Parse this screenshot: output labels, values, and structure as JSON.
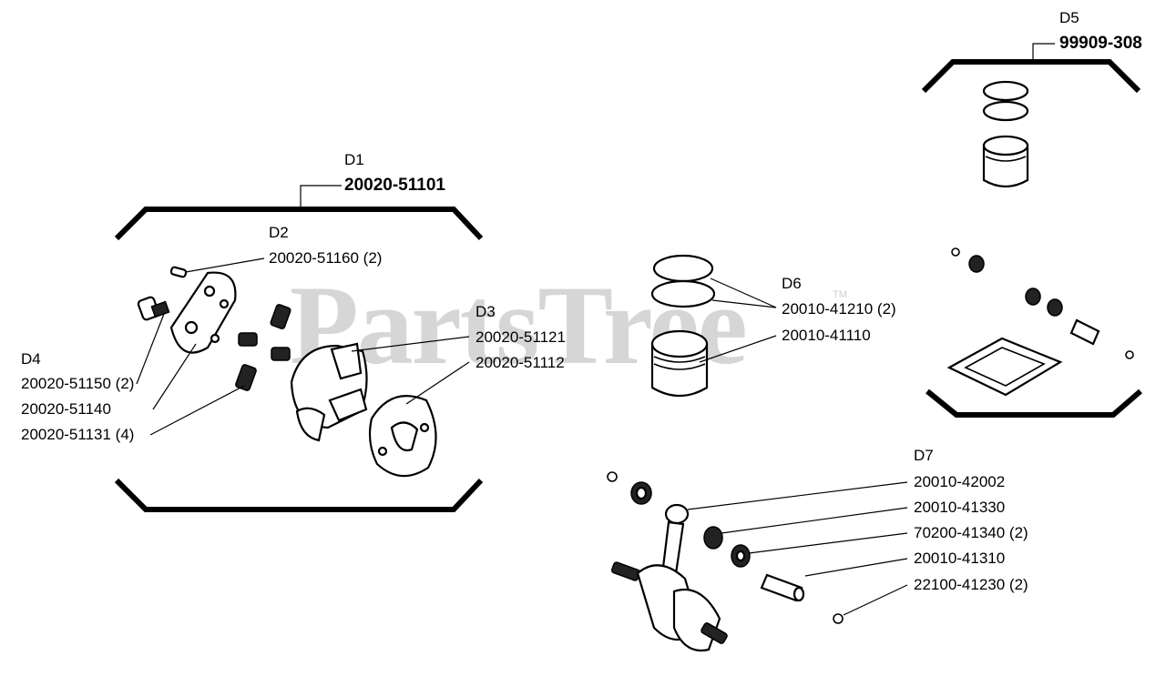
{
  "watermark": {
    "text": "PartsTree",
    "tm": "TM"
  },
  "groups": {
    "d1": {
      "ref": "D1",
      "part": "20020-51101"
    },
    "d5": {
      "ref": "D5",
      "part": "99909-308"
    }
  },
  "callouts": [
    {
      "ref": "D2",
      "part": "20020-51160 (2)"
    },
    {
      "ref": "D3",
      "parts": [
        "20020-51121",
        "20020-51112"
      ]
    },
    {
      "ref": "D4",
      "parts": [
        "20020-51150 (2)",
        "20020-51140",
        "20020-51131 (4)"
      ]
    },
    {
      "ref": "D6",
      "parts": [
        "20010-41210 (2)",
        "20010-41110"
      ]
    },
    {
      "ref": "D7",
      "parts": [
        "20010-42002",
        "20010-41330",
        "70200-41340 (2)",
        "20010-41310",
        "22100-41230 (2)"
      ]
    }
  ]
}
